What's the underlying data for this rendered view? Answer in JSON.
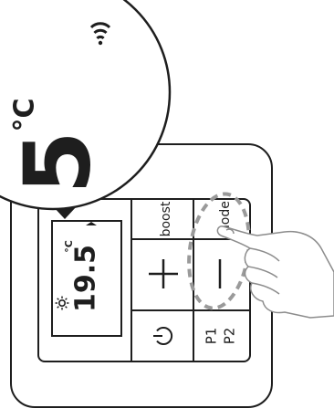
{
  "zoom": {
    "temperature_digit": "5",
    "unit": "°C",
    "wifi_icon": "wifi-icon"
  },
  "display": {
    "temperature": "19.5",
    "unit": "°C",
    "mode_icon": "sun-icon",
    "wifi_icon": "wifi-icon"
  },
  "buttons": {
    "boost": "boost",
    "mode": "mode",
    "plus": "+",
    "minus": "−",
    "power_icon": "power-icon",
    "program_1": "P1",
    "program_2": "P2"
  },
  "gesture": {
    "hand_icon": "pointing-hand-icon",
    "highlight": "dashed-ellipse"
  },
  "colors": {
    "line": "#1e1e1e",
    "dashes": "#9a9a9a",
    "hand_stroke": "#8c8c8c",
    "background": "#ffffff"
  }
}
